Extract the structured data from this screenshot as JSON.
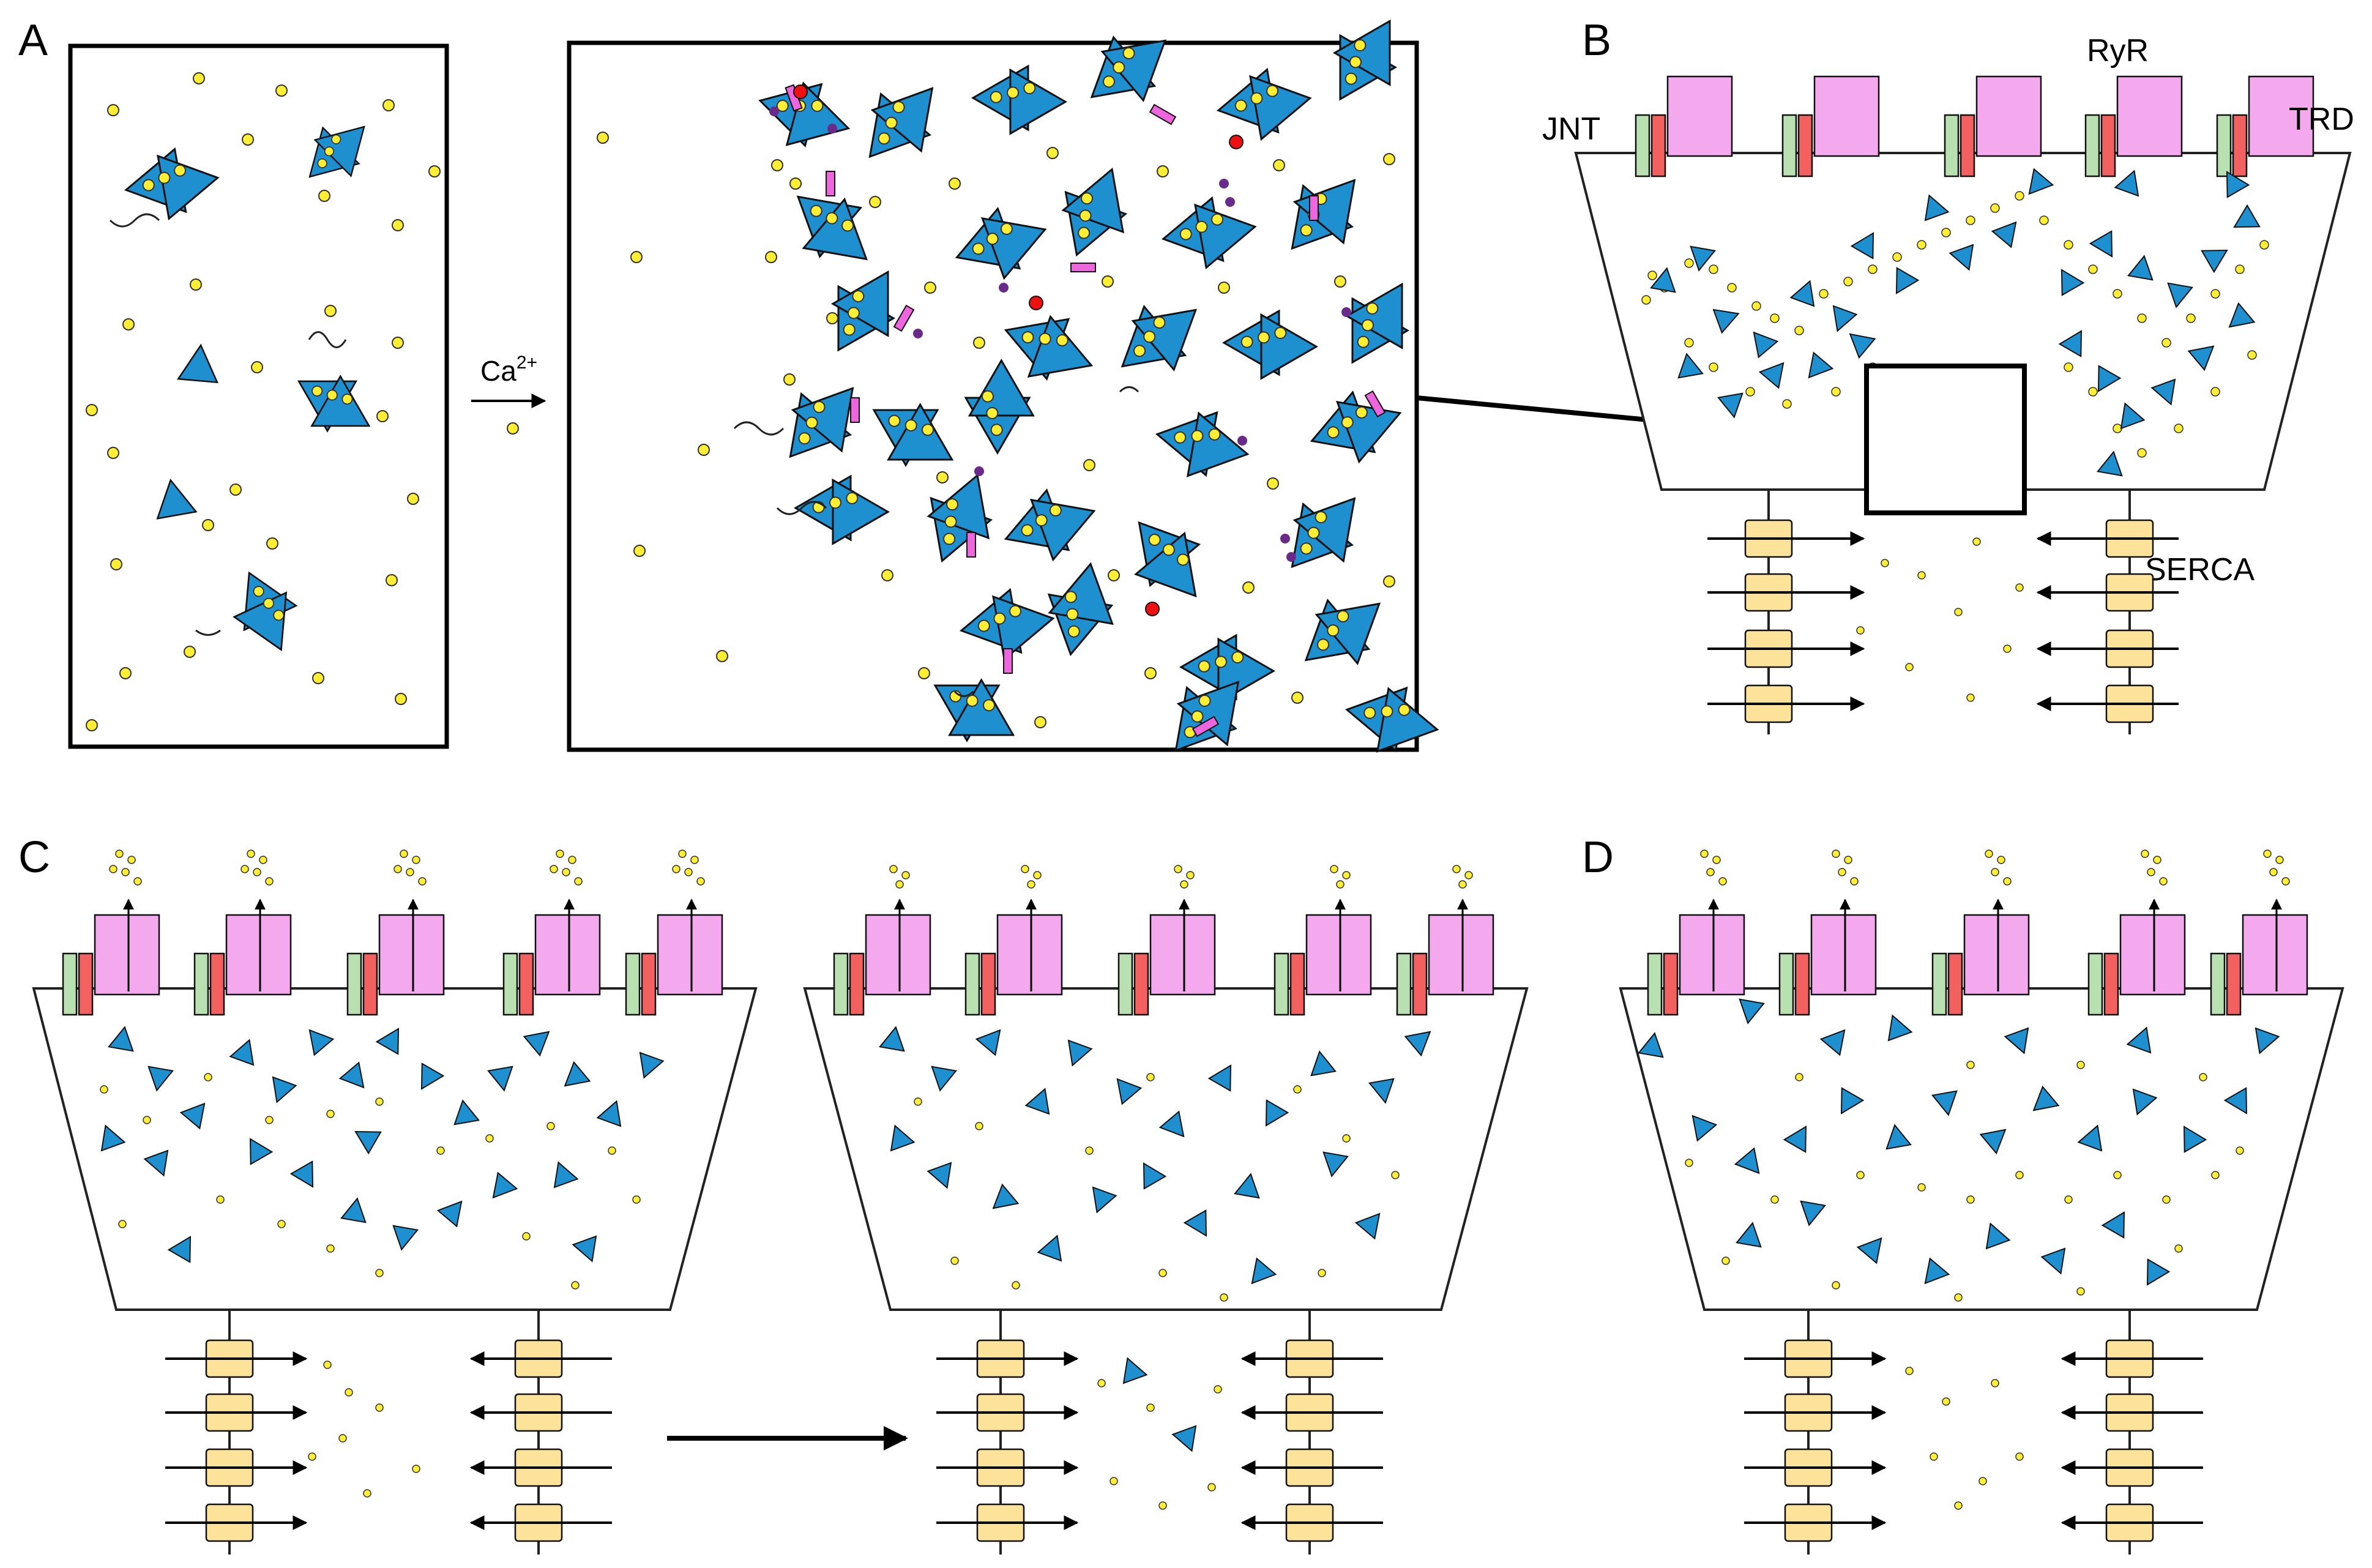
{
  "panels": {
    "A": {
      "label": "A",
      "ion_label_base": "Ca",
      "ion_label_sup": "2+"
    },
    "B": {
      "label": "B",
      "proteins": {
        "jnt": "JNT",
        "ryr": "RyR",
        "trd": "TRD",
        "serca": "SERCA"
      }
    },
    "C": {
      "label": "C"
    },
    "D": {
      "label": "D"
    }
  },
  "colors": {
    "casq": "#1e90d0",
    "calcium": "#ffee33",
    "ryr": "#f4a8ee",
    "junctin": "#b8e0b0",
    "triadin": "#f26060",
    "serca": "#fde39a",
    "linker_magenta": "#ee66dd",
    "ion_red": "#ee1111",
    "ion_purple": "#6a2a8a",
    "outline": "#000000"
  }
}
